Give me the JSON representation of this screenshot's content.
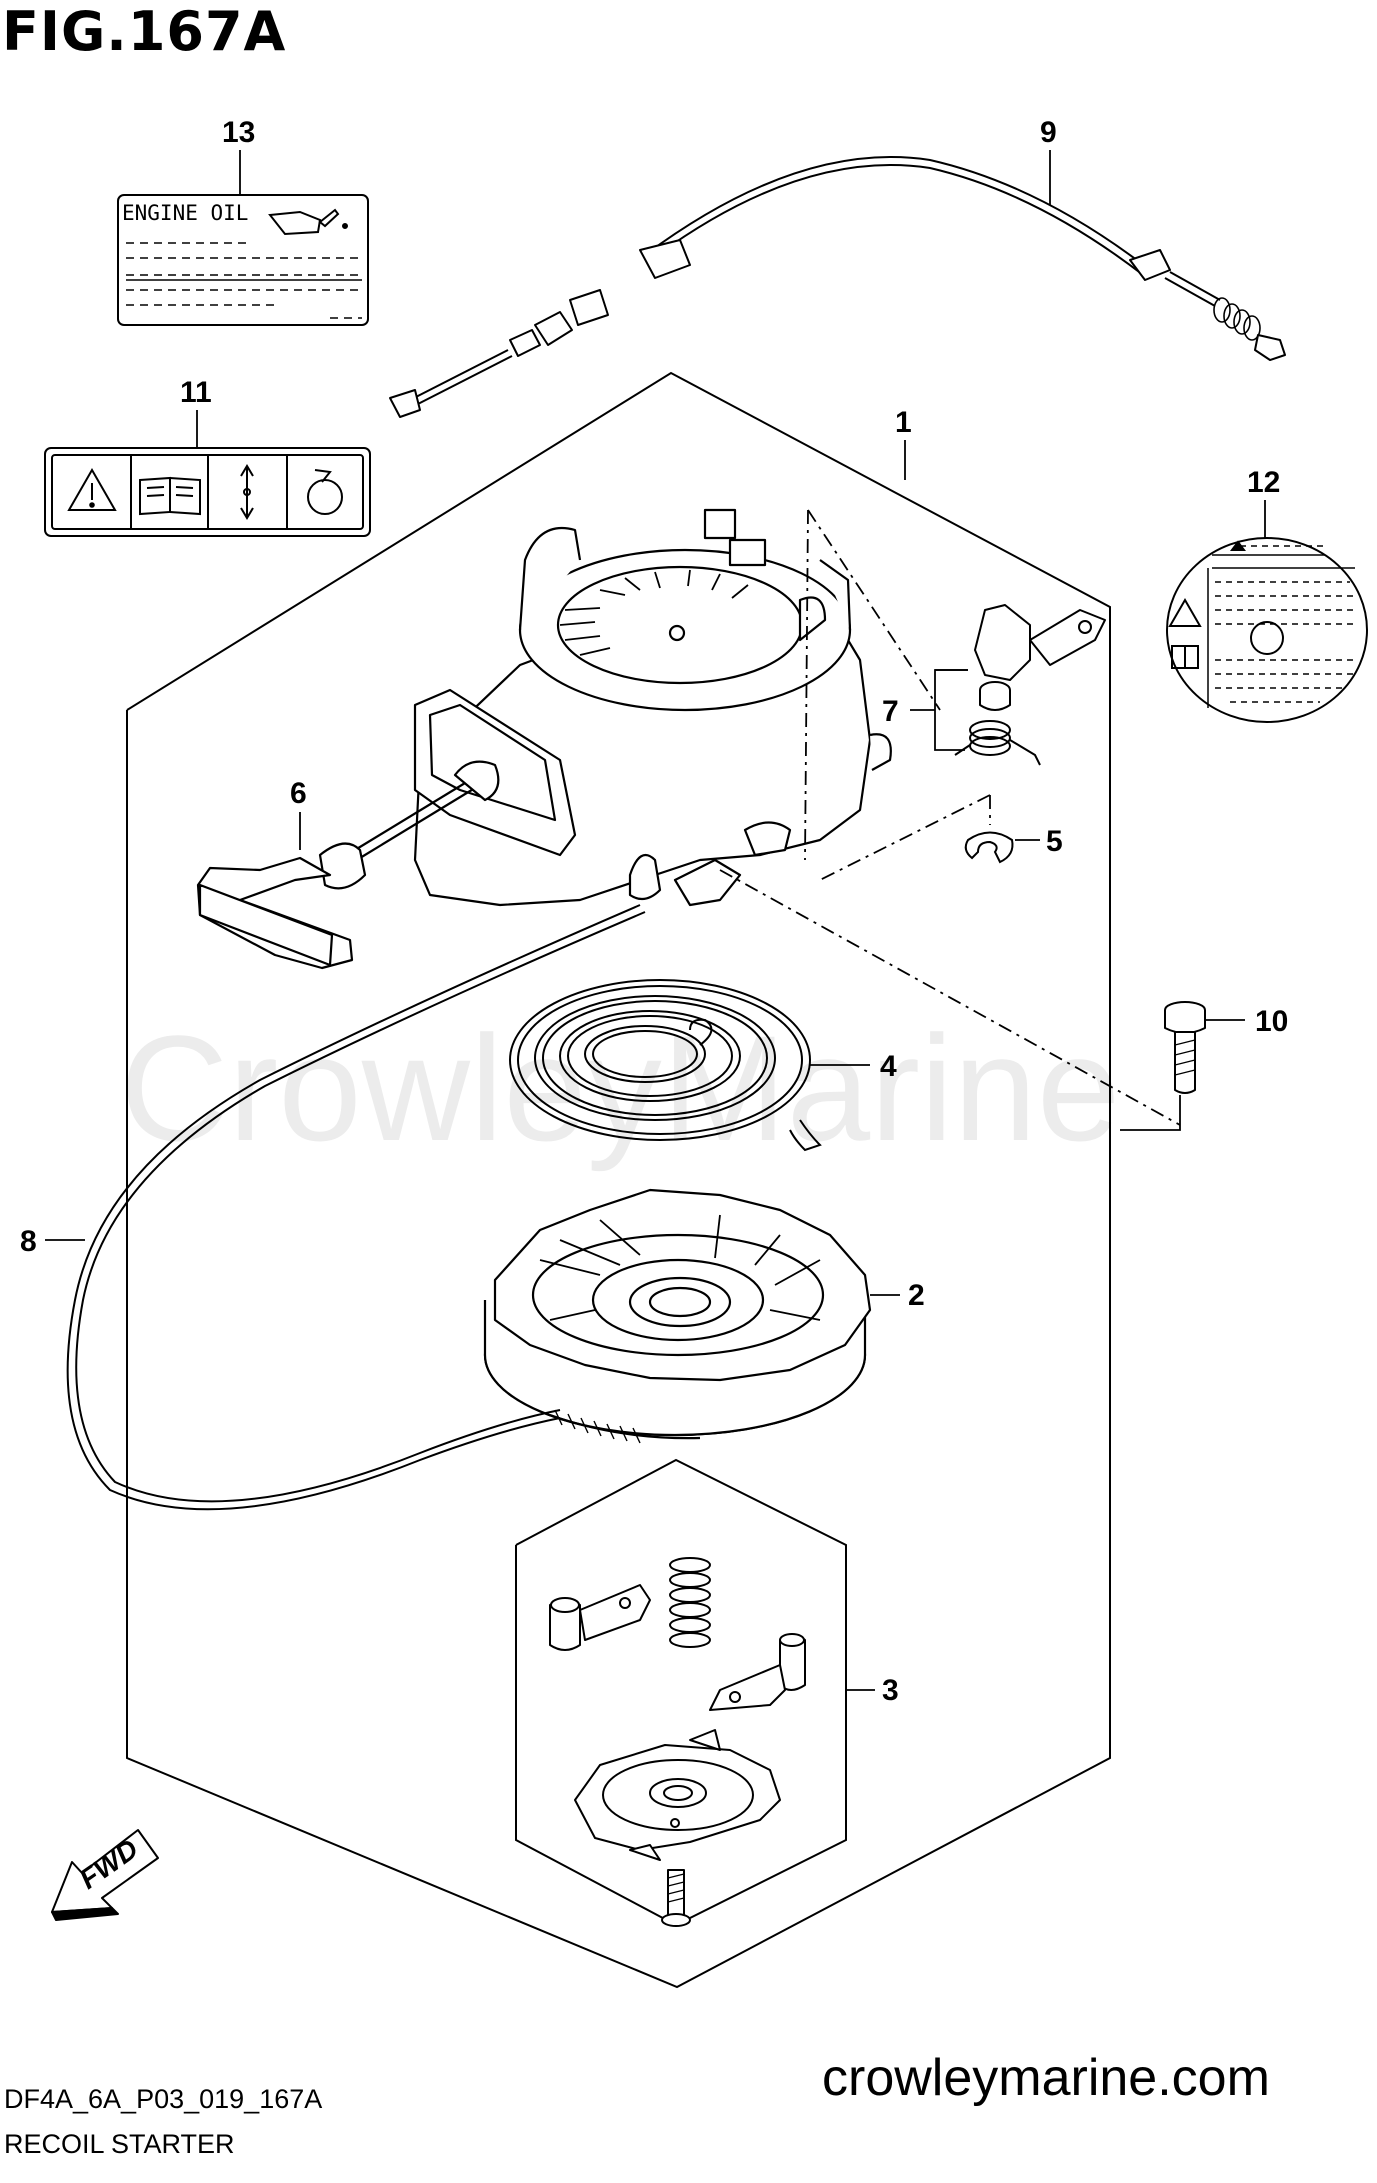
{
  "figure": {
    "title": "FIG.167A",
    "watermark": "CrowleyMarine",
    "website": "crowleymarine.com",
    "drawing_code": "DF4A_6A_P03_019_167A",
    "section_name": "RECOIL STARTER",
    "fwd_label": "FWD"
  },
  "labels": {
    "engine_oil_text": "ENGINE OIL"
  },
  "callouts": [
    {
      "id": "callout-1",
      "text": "1"
    },
    {
      "id": "callout-2",
      "text": "2"
    },
    {
      "id": "callout-3",
      "text": "3"
    },
    {
      "id": "callout-4",
      "text": "4"
    },
    {
      "id": "callout-5",
      "text": "5"
    },
    {
      "id": "callout-6",
      "text": "6"
    },
    {
      "id": "callout-7",
      "text": "7"
    },
    {
      "id": "callout-8",
      "text": "8"
    },
    {
      "id": "callout-9",
      "text": "9"
    },
    {
      "id": "callout-10",
      "text": "10"
    },
    {
      "id": "callout-11",
      "text": "11"
    },
    {
      "id": "callout-12",
      "text": "12"
    },
    {
      "id": "callout-13",
      "text": "13"
    }
  ]
}
